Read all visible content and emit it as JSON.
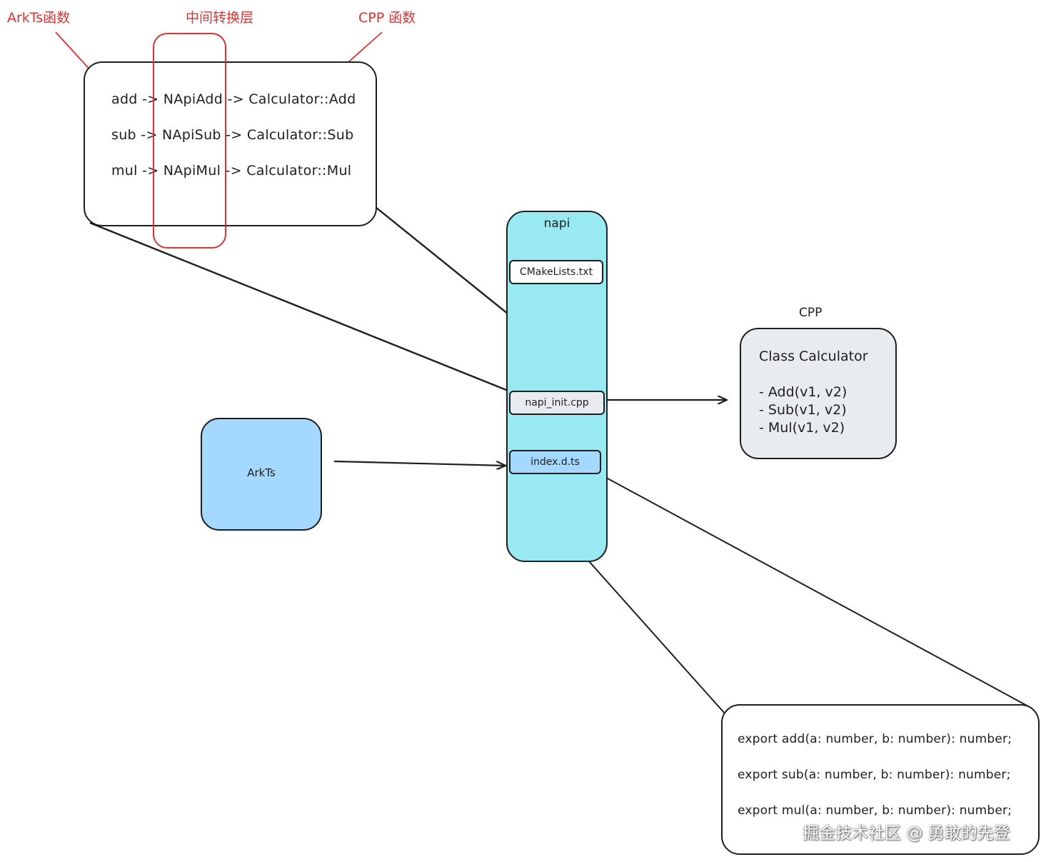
{
  "colors": {
    "ink": "#1e1e1e",
    "annotation_red": "#e03131",
    "napi_fill": "#99e9f2",
    "arkts_fill": "#a5d8ff",
    "gray_fill": "#e9ecef",
    "white": "#ffffff"
  },
  "annotations": {
    "arkts_functions": "ArkTs函数",
    "middle_layer": "中间转换层",
    "cpp_functions": "CPP  函数"
  },
  "mapping": {
    "rows": [
      "add -> NApiAdd -> Calculator::Add",
      "sub -> NApiSub -> Calculator::Sub",
      "mul -> NApiMul -> Calculator::Mul"
    ]
  },
  "napi": {
    "title": "napi",
    "files": [
      "CMakeLists.txt",
      "napi_init.cpp",
      "index.d.ts"
    ]
  },
  "cpp": {
    "label": "CPP",
    "class_title": "Class Calculator",
    "methods": [
      "- Add(v1, v2)",
      "- Sub(v1, v2)",
      "- Mul(v1, v2)"
    ]
  },
  "arkts": {
    "label": "ArkTs"
  },
  "exports": {
    "lines": [
      "export add(a: number, b: number): number;",
      "export sub(a: number, b: number): number;",
      "export mul(a: number, b: number): number;"
    ]
  },
  "watermark": "掘金技术社区 @ 勇敢的先登"
}
